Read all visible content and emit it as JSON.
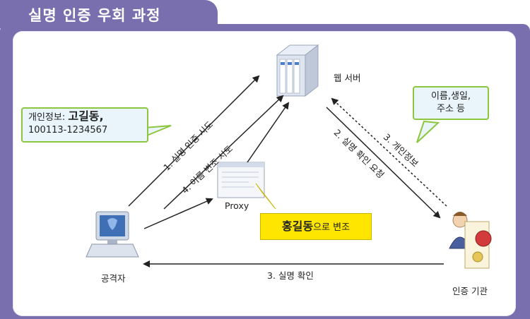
{
  "title": "실명 인증 우회 과정",
  "nodes": {
    "web_server": "웹 서버",
    "proxy": "Proxy",
    "attacker": "공격자",
    "authority": "인증 기관"
  },
  "arrows": {
    "a1": "1. 실명 인증 시도",
    "a4": "4. 이름 변조 시도",
    "a2": "2. 실명 확인 요청",
    "a3_dashed": "3. 개인정보",
    "a3_bottom": "3. 실명 확인"
  },
  "callouts": {
    "personal_info": {
      "prefix": "개인정보: ",
      "name": "고길동,",
      "id_number": "100113-1234567"
    },
    "server_info": {
      "line1": "이름,생일,",
      "line2": "주소 등"
    },
    "tamper": {
      "name": "홍길동",
      "suffix": "으로 변조"
    }
  },
  "colors": {
    "frame": "#7a6fae",
    "green_border": "#8cc63e",
    "yellow_box": "#ffe600"
  }
}
